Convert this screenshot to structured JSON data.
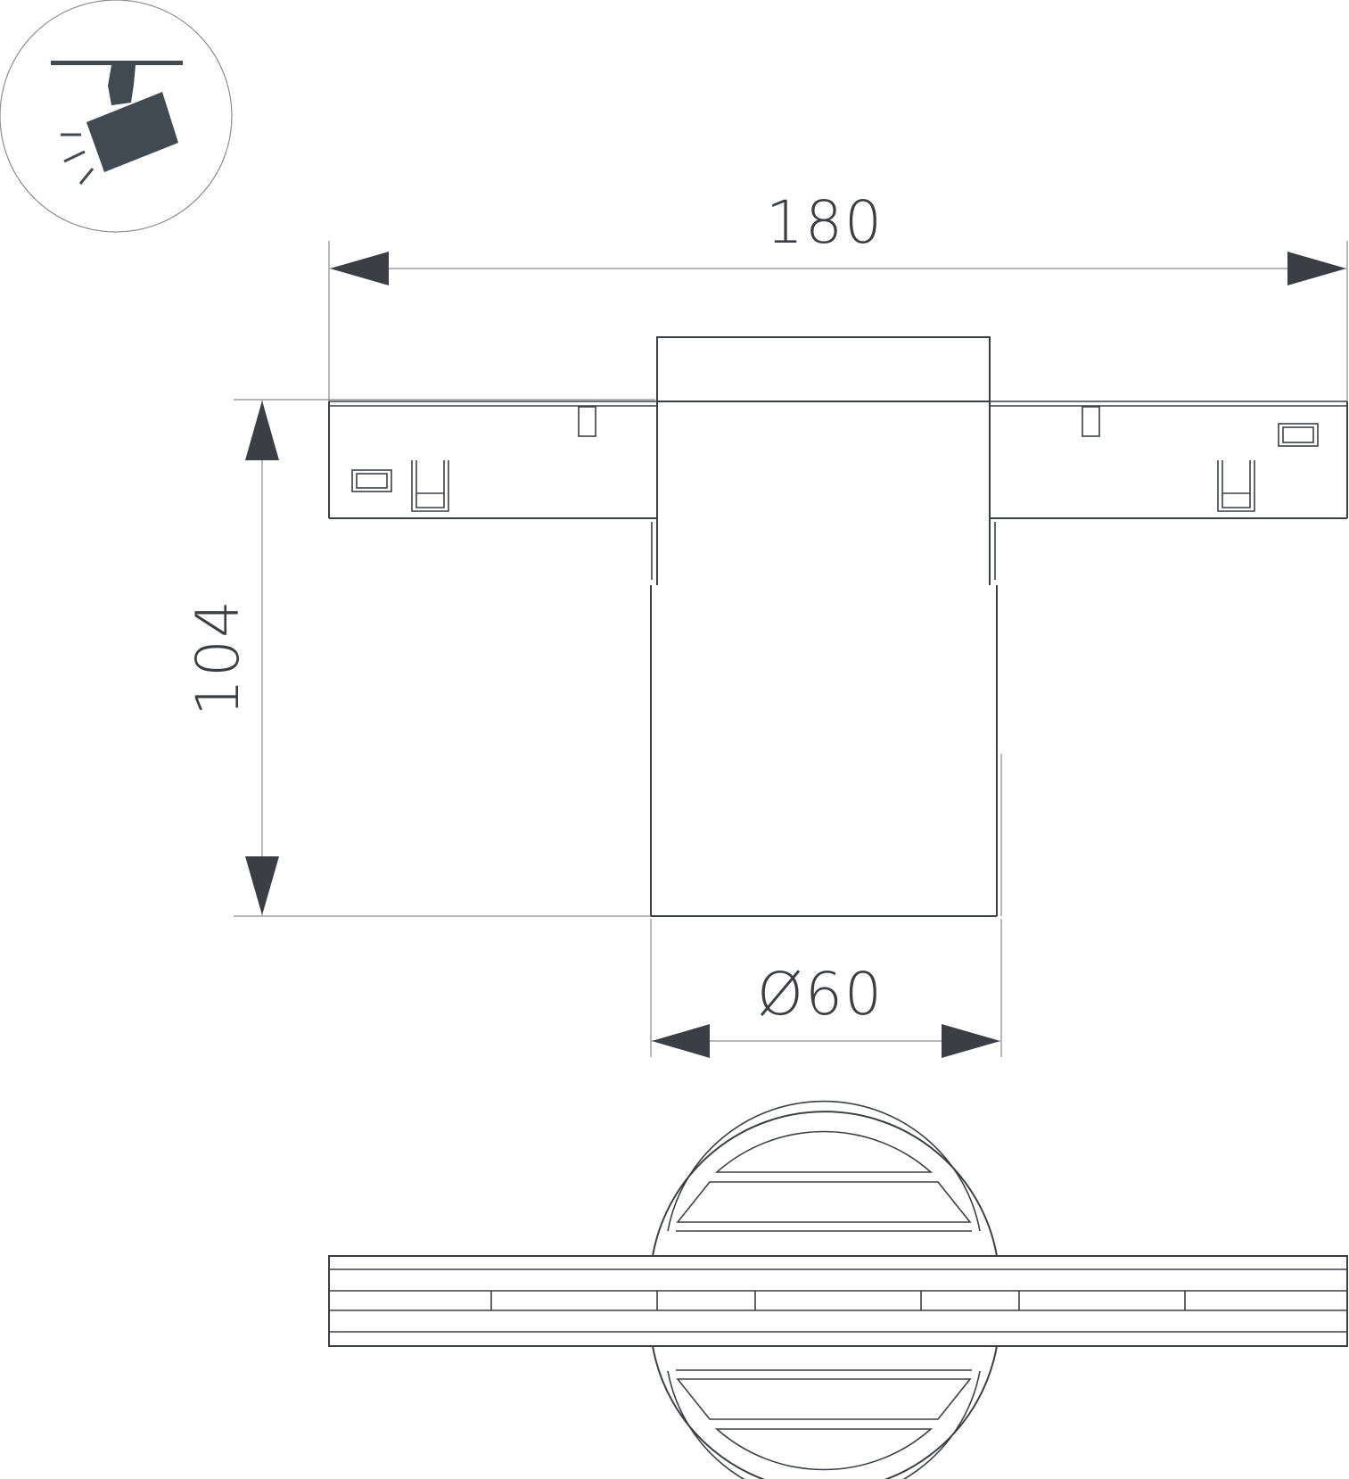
{
  "dimensions": {
    "width_label": "180",
    "height_label": "104",
    "diameter_label": "Ø60"
  },
  "icon": {
    "name": "track-spotlight-icon",
    "color": "#414a52"
  },
  "line_color": "#3b3f45"
}
